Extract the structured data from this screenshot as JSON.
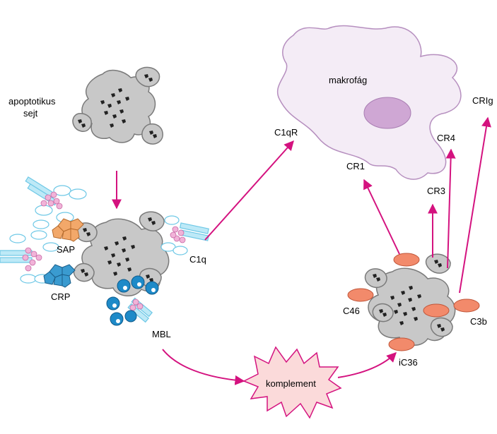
{
  "labels": {
    "apoptotic_line1": "apoptotikus",
    "apoptotic_line2": "sejt",
    "macrophage": "makrofág",
    "sap": "SAP",
    "crp": "CRP",
    "c1q": "C1q",
    "mbl": "MBL",
    "c1qr": "C1qR",
    "cr1": "CR1",
    "cr3": "CR3",
    "cr4": "CR4",
    "crig": "CRIg",
    "c46": "C46",
    "c3b": "C3b",
    "ic36": "iC36",
    "complement": "komplement"
  },
  "colors": {
    "arrow": "#d4127f",
    "cell_fill": "#c8c8c8",
    "cell_stroke": "#7a7a7a",
    "macrophage_fill": "#f4ecf6",
    "macrophage_stroke": "#b68fbf",
    "nucleus": "#cfa7d4",
    "sap": "#f2a86a",
    "crp": "#3a9bd0",
    "mbl": "#1e8ac8",
    "collagen_stalk": "#8fd6ee",
    "c1q_head": "#f1b3d8",
    "receptor_oval": "#f28a6b",
    "complement_burst": "#fbdada"
  },
  "icons": [
    "apoptotic-cell-icon",
    "macrophage-icon",
    "sap-pentamer-icon",
    "crp-pentamer-icon",
    "c1q-molecule-icon",
    "mbl-molecule-icon",
    "complement-burst-icon"
  ]
}
